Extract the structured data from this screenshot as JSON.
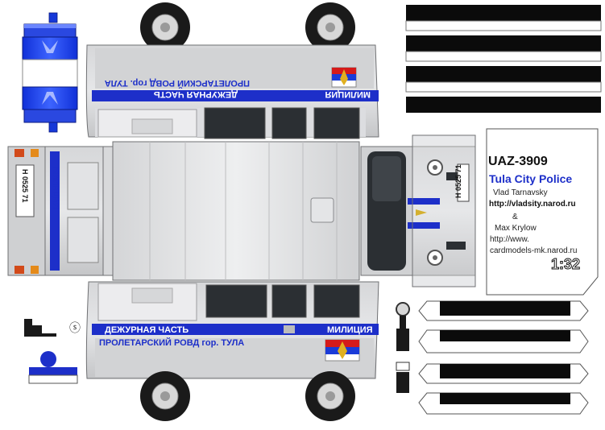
{
  "sheet": {
    "colors": {
      "body": "#c9cacc",
      "body_light": "#e2e3e5",
      "stripe": "#1d2fc9",
      "window": "#2b2f33",
      "outline": "#6f7073",
      "tire": "#1a1a1a",
      "white": "#ffffff"
    },
    "side_top": {
      "unit_label": "ДЕЖУРНАЯ ЧАСТЬ",
      "district_label": "ПРОЛЕТАРСКИЙ РОВД гор. ТУЛА",
      "police_label": "МИЛИЦИЯ"
    },
    "side_bottom": {
      "unit_label": "ДЕЖУРНАЯ ЧАСТЬ",
      "district_label": "ПРОЛЕТАРСКИЙ РОВД гор. ТУЛА",
      "police_label": "МИЛИЦИЯ"
    },
    "rear": {
      "police_label": "МИЛИЦИЯ",
      "plate": "Н 0525 71"
    },
    "front": {
      "plate": "Н 0525 71"
    },
    "info_card": {
      "model": "UAZ-3909",
      "subtitle": "Tula City Police",
      "author1": "Vlad Tarnavsky",
      "url1": "http://vladsity.narod.ru",
      "ampersand": "&",
      "author2": "Max Krylow",
      "url2_line1": "http://www.",
      "url2_line2": "cardmodels-mk.narod.ru",
      "scale": "1:32"
    }
  }
}
